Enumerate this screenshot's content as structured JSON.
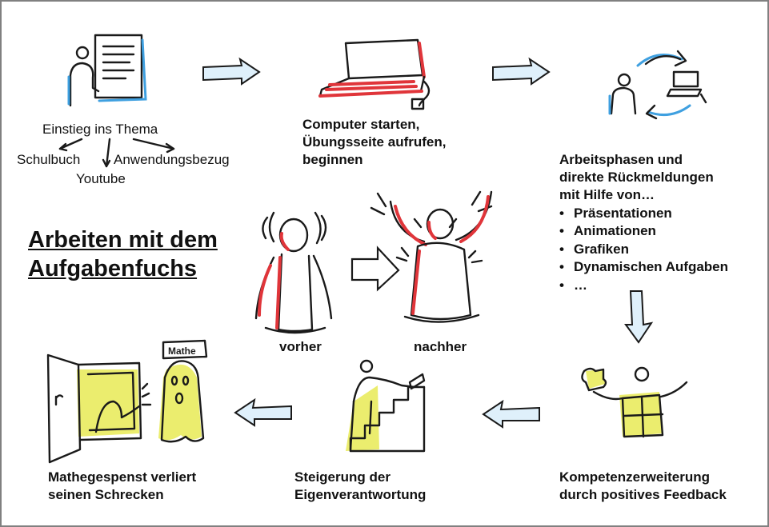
{
  "title": {
    "line1": "Arbeiten mit dem",
    "line2": "Aufgabenfuchs"
  },
  "step1": {
    "main": "Einstieg ins Thema",
    "left": "Schulbuch",
    "right": "Anwendungsbezug",
    "bottom": "Youtube"
  },
  "step2": {
    "line1": "Computer starten,",
    "line2": "Übungsseite aufrufen,",
    "line3": "beginnen"
  },
  "step3": {
    "line1": "Arbeitsphasen und",
    "line2": "direkte Rückmeldungen",
    "line3": "mit Hilfe von…",
    "items": [
      "Präsentationen",
      "Animationen",
      "Grafiken",
      "Dynamischen Aufgaben",
      "…"
    ]
  },
  "compare": {
    "before": "vorher",
    "after": "nachher"
  },
  "step4": {
    "line1": "Kompetenzerweiterung",
    "line2": "durch positives Feedback"
  },
  "step5": {
    "line1": "Steigerung der",
    "line2": "Eigenverantwortung"
  },
  "step6": {
    "line1": "Mathegespenst verliert",
    "line2": "seinen Schrecken",
    "sign": "Mathe"
  },
  "colors": {
    "blue": "#3fa0e0",
    "red": "#e0353a",
    "yellow": "#e6e84a",
    "ink": "#1a1a1a"
  }
}
